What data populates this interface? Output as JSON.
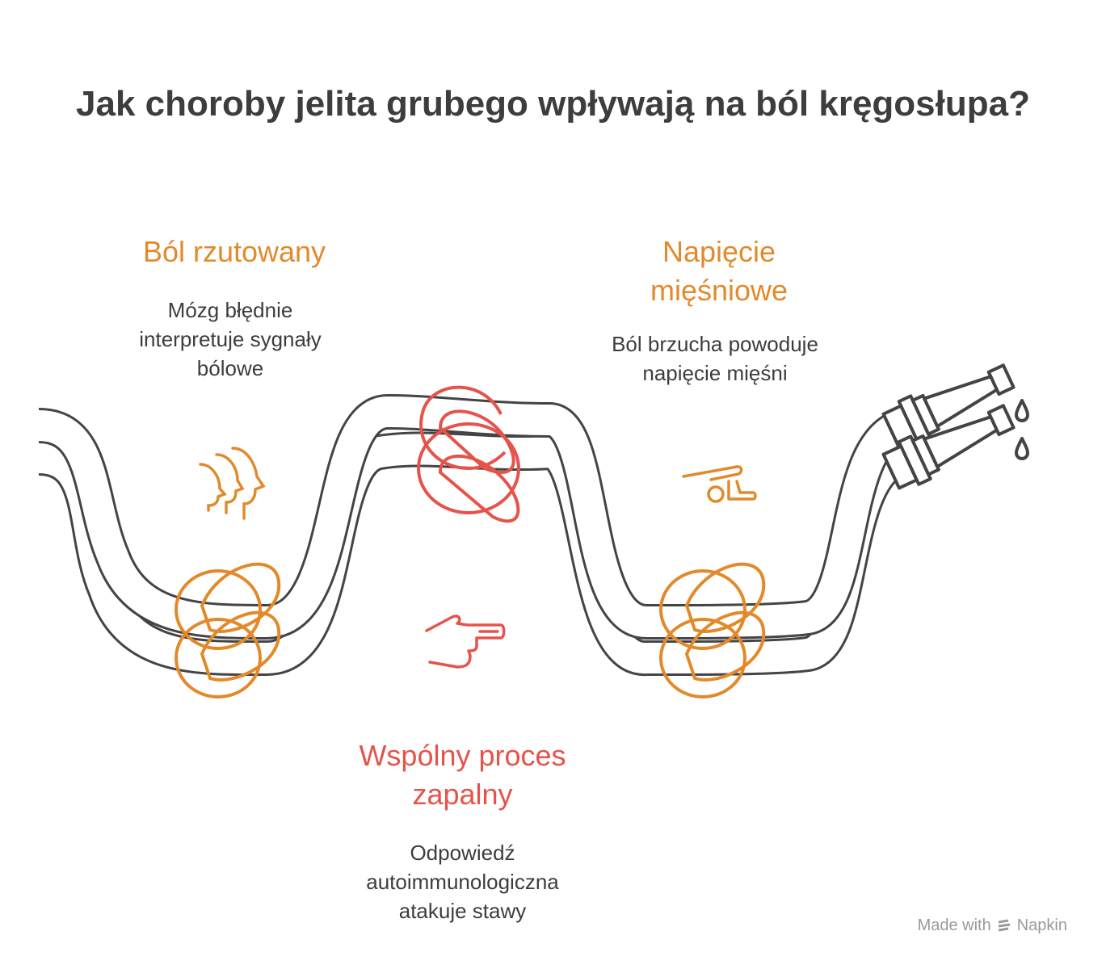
{
  "title": "Jak choroby jelita grubego wpływają na ból kręgosłupa?",
  "sections": [
    {
      "heading": "Ból rzutowany",
      "description": "Mózg błędnie interpretuje sygnały bólowe",
      "color": "#E28A2B",
      "icon": "faces-profile-icon"
    },
    {
      "heading": "Napięcie mięśniowe",
      "description": "Ból brzucha powoduje napięcie mięśni",
      "color": "#E28A2B",
      "icon": "person-swimming-icon"
    },
    {
      "heading": "Wspólny proces zapalny",
      "description": "Odpowiedź autoimmunologiczna atakuje stawy",
      "color": "#E5534B",
      "icon": "pointing-hand-icon"
    }
  ],
  "footer": {
    "made_with": "Made with",
    "brand": "Napkin"
  }
}
